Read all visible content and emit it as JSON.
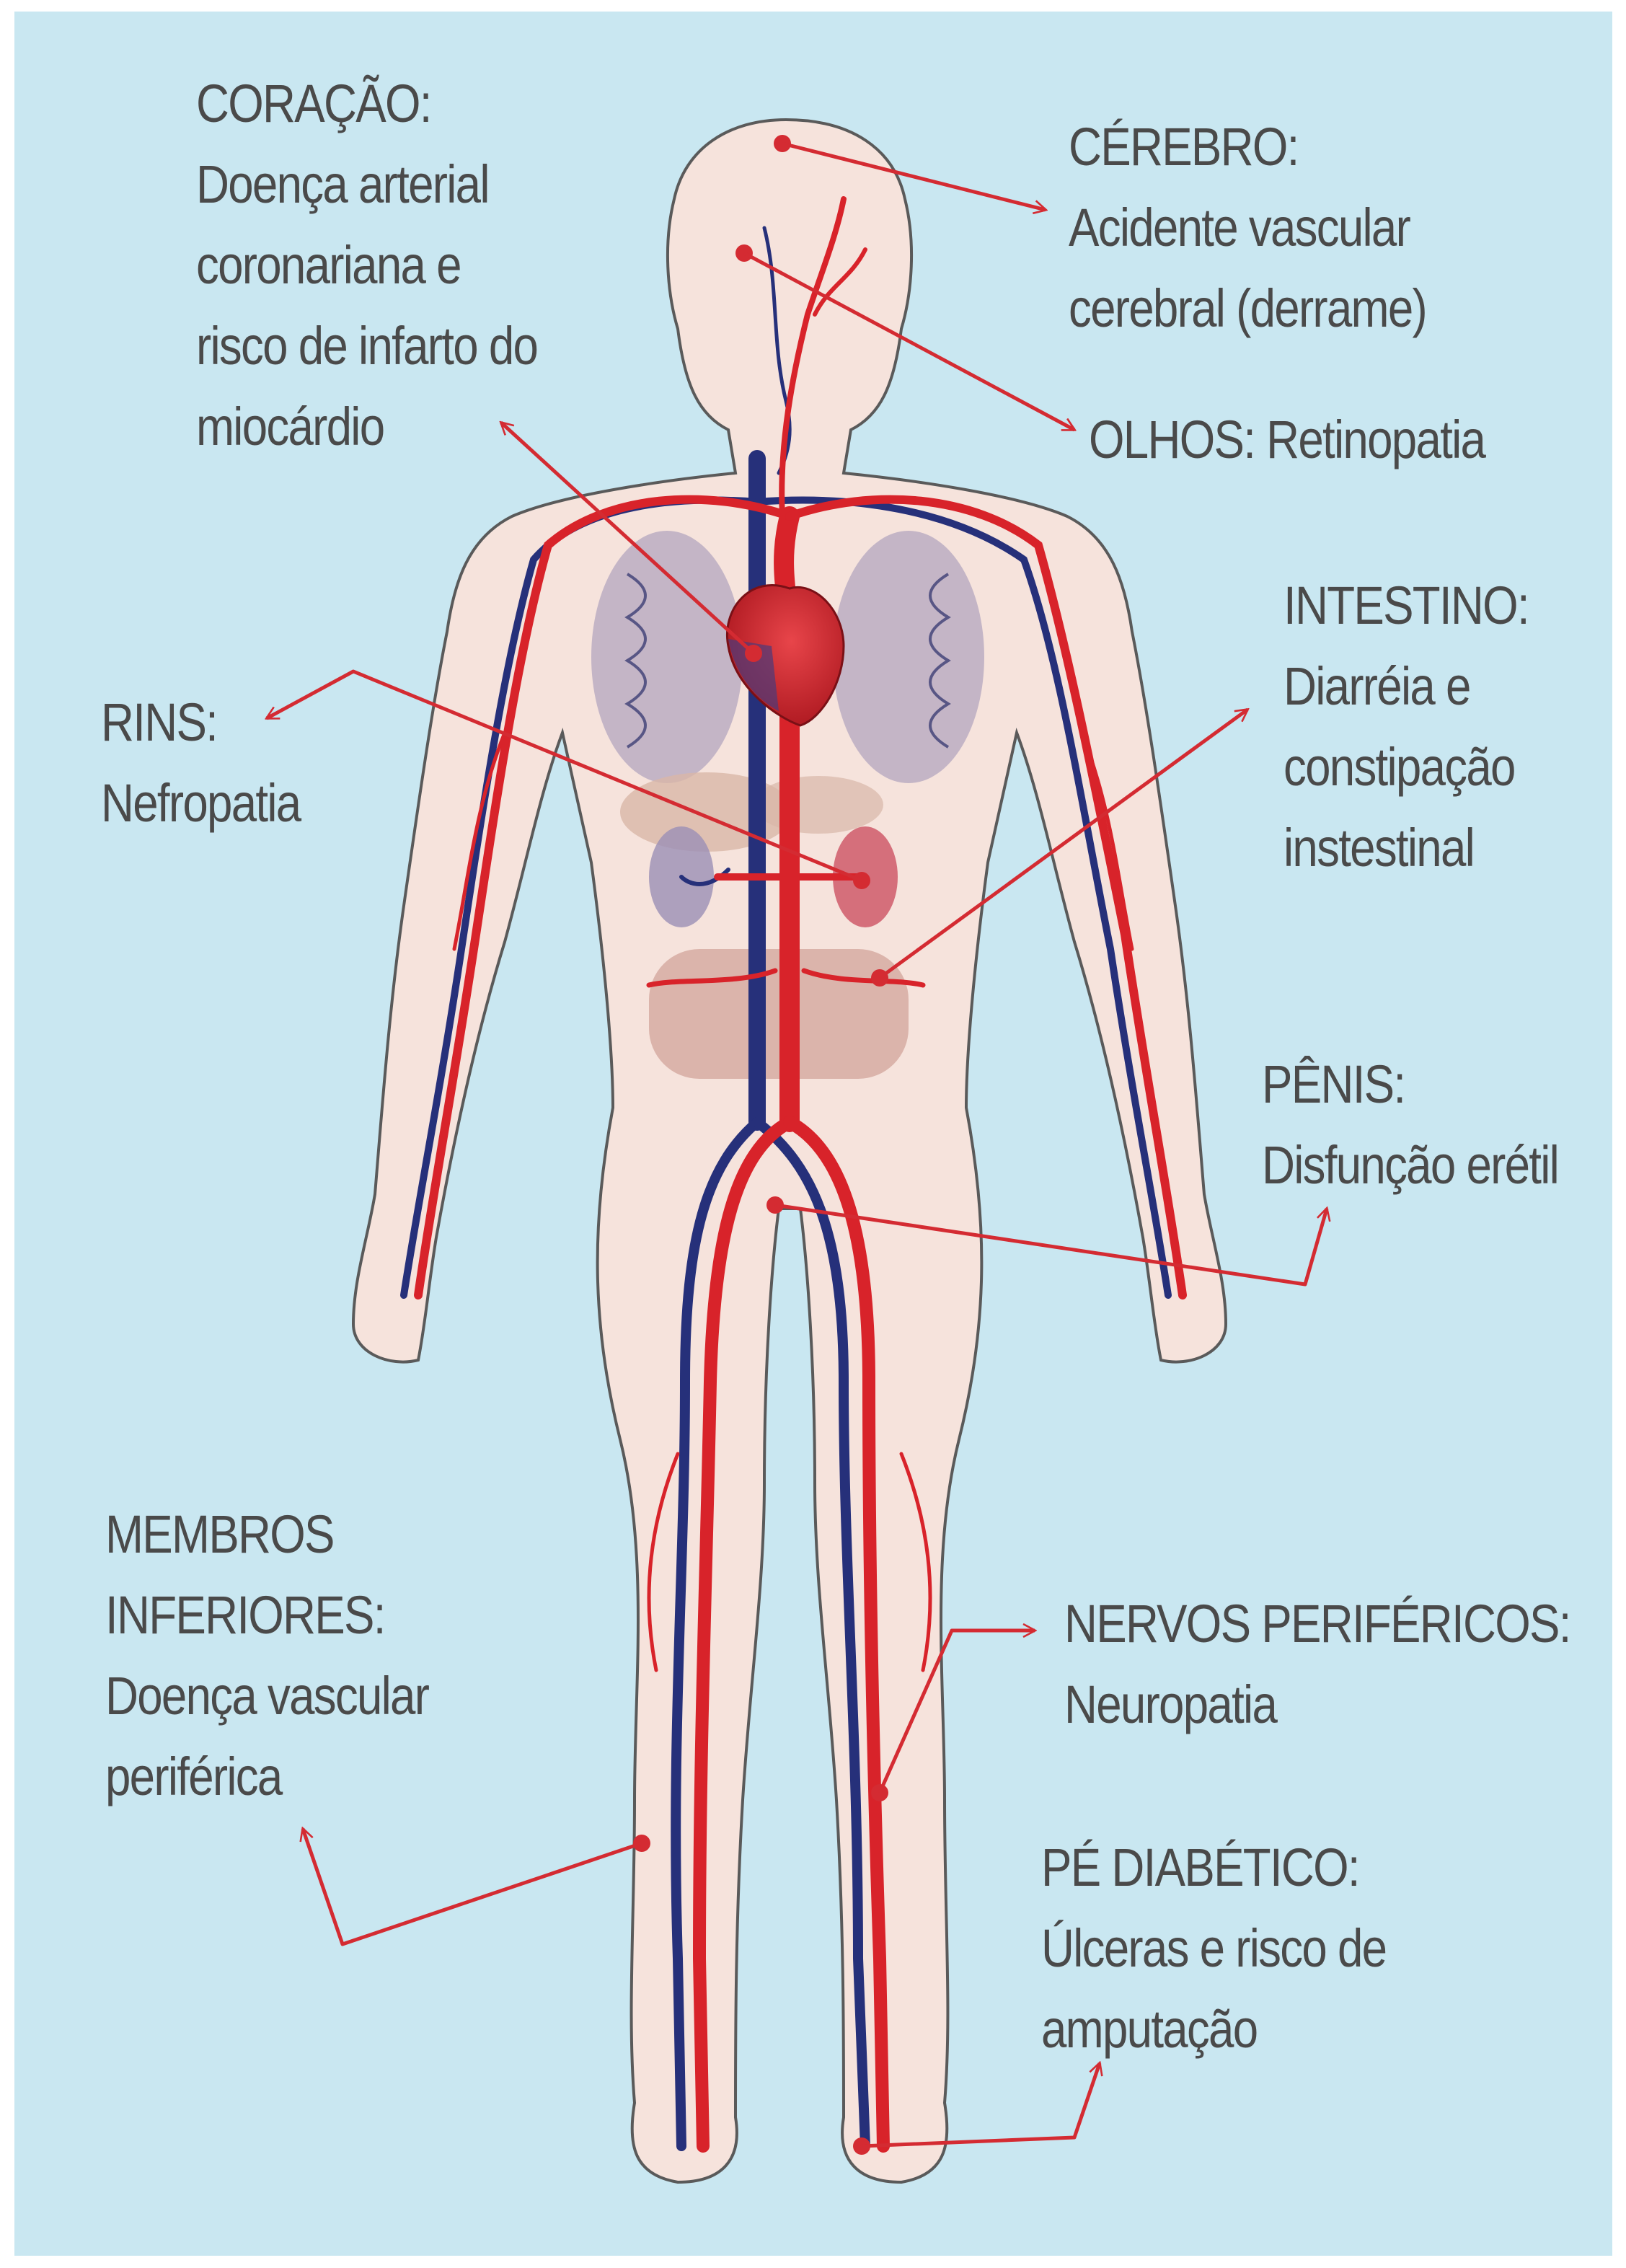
{
  "colors": {
    "background": "#c9e7f1",
    "skin": "#f6e3dc",
    "artery": "#d8232a",
    "vein": "#26307a",
    "pointer": "#d42b32",
    "text": "#4a4a4a"
  },
  "labels": {
    "coracao": {
      "lines": [
        "CORAÇÃO:",
        "Doença arterial",
        "coronariana e",
        "risco de infarto do",
        "miocárdio"
      ]
    },
    "cerebro": {
      "lines": [
        "CÉREBRO:",
        "Acidente vascular",
        "cerebral  (derrame)"
      ]
    },
    "olhos": {
      "lines": [
        "OLHOS: Retinopatia"
      ]
    },
    "intestino": {
      "lines": [
        "INTESTINO:",
        "Diarréia e",
        "constipação",
        "instestinal"
      ]
    },
    "rins": {
      "lines": [
        "RINS:",
        "Nefropatia"
      ]
    },
    "penis": {
      "lines": [
        "PÊNIS:",
        "Disfunção erétil"
      ]
    },
    "membros": {
      "lines": [
        "MEMBROS",
        "INFERIORES:",
        "Doença vascular",
        "periférica"
      ]
    },
    "nervos": {
      "lines": [
        "NERVOS PERIFÉRICOS:",
        "Neuropatia"
      ]
    },
    "pe": {
      "lines": [
        "PÉ DIABÉTICO:",
        "Úlceras e risco de",
        "amputação"
      ]
    }
  }
}
